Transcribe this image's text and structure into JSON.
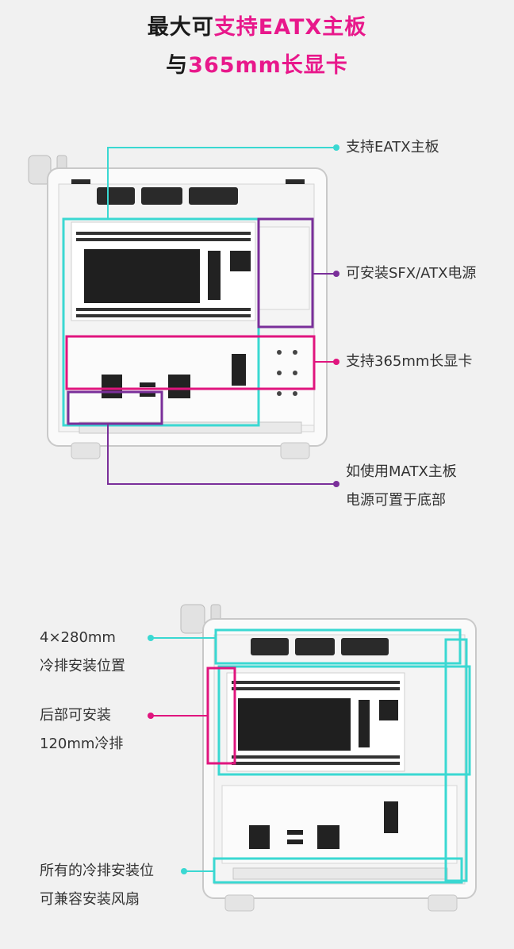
{
  "headline": {
    "line1_prefix": "最大可",
    "line1_highlight": "支持EATX主板",
    "line2_prefix": "与",
    "line2_highlight": "365mm长显卡"
  },
  "top_callouts": {
    "eatx": "支持EATX主板",
    "psu": "可安装SFX/ATX电源",
    "gpu": "支持365mm长显卡",
    "matx_line1": "如使用MATX主板",
    "matx_line2": "电源可置于底部"
  },
  "bottom_callouts": {
    "rad_line1": "4×280mm",
    "rad_line2": "冷排安装位置",
    "rear_line1": "后部可安装",
    "rear_line2": "120mm冷排",
    "all_line1": "所有的冷排安装位",
    "all_line2": "可兼容安装风扇"
  },
  "colors": {
    "background": "#f1f1f1",
    "highlight_pink": "#e8188b",
    "cyan": "#3ad8d2",
    "purple": "#7a2f9a",
    "magenta": "#e0157e"
  }
}
